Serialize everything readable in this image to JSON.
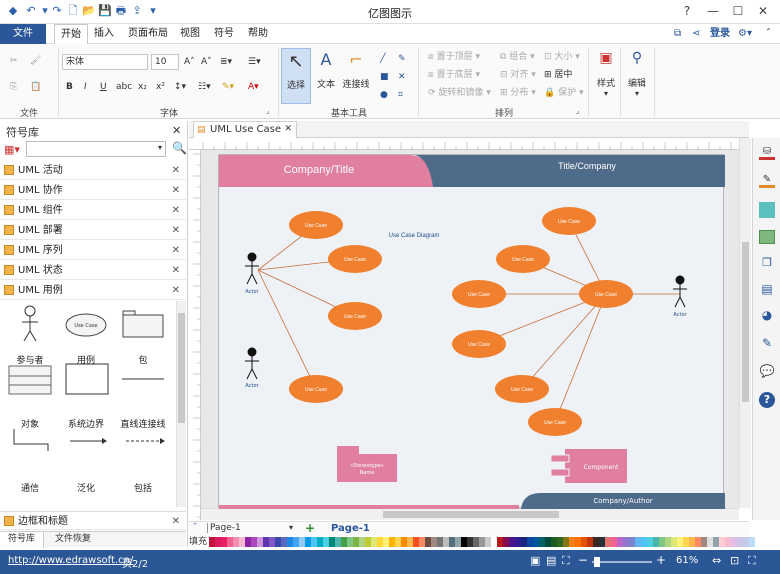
{
  "window": {
    "title": "亿图图示"
  },
  "menu": {
    "file": "文件",
    "tabs": [
      "开始",
      "插入",
      "页面布局",
      "视图",
      "符号",
      "帮助"
    ],
    "login": "登录"
  },
  "ribbon": {
    "groups": [
      "文件",
      "字体",
      "基本工具",
      "排列",
      "样式",
      "编辑"
    ],
    "font_name": "宋体",
    "font_size": "10",
    "tools": {
      "select": "选择",
      "text": "文本",
      "connector": "连接线"
    },
    "arrange": [
      "置于顶层",
      "置于底层",
      "旋转和镜像",
      "组合",
      "对齐",
      "分布",
      "大小",
      "居中",
      "保护"
    ],
    "style": "样式",
    "edit": "编辑"
  },
  "left": {
    "title": "符号库",
    "libraries": [
      "UML 活动",
      "UML 协作",
      "UML 组件",
      "UML 部署",
      "UML 序列",
      "UML 状态",
      "UML 用例"
    ],
    "shapes": [
      "参与者",
      "用例",
      "包",
      "对象",
      "系统边界",
      "直线连接线",
      "通信",
      "泛化",
      "包括"
    ],
    "bottom_lib": "边框和标题",
    "tabs": [
      "符号库",
      "文件恢复"
    ]
  },
  "doc": {
    "tab": "UML Use Case",
    "page_tab": "Page-1",
    "page_current": "Page-1"
  },
  "diagram": {
    "header_left": "Company/Title",
    "header_right": "Title/Company",
    "footer": "Company/Author",
    "title": "Use Case Diagram",
    "actor_label": "Actor",
    "usecase_label": "Use Case",
    "package_label": "«Stereotype»\nName",
    "component_label": "Component"
  },
  "palette": {
    "fill": "填充",
    "colors": [
      "#c0143c",
      "#d81b60",
      "#e91e63",
      "#f06292",
      "#f48fb1",
      "#f8bbd0",
      "#8e24aa",
      "#ab47bc",
      "#ce93d8",
      "#5e35b1",
      "#7e57c2",
      "#3949ab",
      "#5c6bc0",
      "#1e88e5",
      "#42a5f5",
      "#90caf9",
      "#039be5",
      "#4fc3f7",
      "#00acc1",
      "#4dd0e1",
      "#00897b",
      "#4db6ac",
      "#43a047",
      "#81c784",
      "#7cb342",
      "#aed581",
      "#c0ca33",
      "#dce775",
      "#fdd835",
      "#fff176",
      "#ffb300",
      "#ffd54f",
      "#fb8c00",
      "#ffb74d",
      "#f4511e",
      "#ff8a65",
      "#6d4c41",
      "#a1887f",
      "#757575",
      "#bdbdbd",
      "#546e7a",
      "#90a4ae",
      "#000000",
      "#333333",
      "#666666",
      "#999999",
      "#cccccc",
      "#ffffff",
      "#b71c1c",
      "#880e4f",
      "#4a148c",
      "#311b92",
      "#1a237e",
      "#0d47a1",
      "#01579b",
      "#006064",
      "#004d40",
      "#1b5e20",
      "#33691e",
      "#827717",
      "#f57f17",
      "#ff6f00",
      "#e65100",
      "#bf360c",
      "#3e2723",
      "#263238",
      "#e57373",
      "#f06292",
      "#ba68c8",
      "#9575cd",
      "#7986cb",
      "#64b5f6",
      "#4fc3f7",
      "#4dd0e1",
      "#4db6ac",
      "#81c784",
      "#aed581",
      "#dce775",
      "#fff176",
      "#ffd54f",
      "#ffb74d",
      "#ff8a65",
      "#a1887f",
      "#e0e0e0",
      "#90a4ae",
      "#ffcdd2",
      "#f8bbd0",
      "#e1bee7",
      "#d1c4e9",
      "#c5cae9",
      "#bbdefb"
    ]
  },
  "status": {
    "url": "http://www.edrawsoft.cn/",
    "page": "页2/2",
    "zoom": "61%"
  },
  "colors": {
    "accent": "#2b579a",
    "header_pink": "#e07fa0",
    "header_blue": "#4f6b8a",
    "usecase": "#f07f2e",
    "package": "#e07fa0",
    "line": "#c8703a"
  }
}
